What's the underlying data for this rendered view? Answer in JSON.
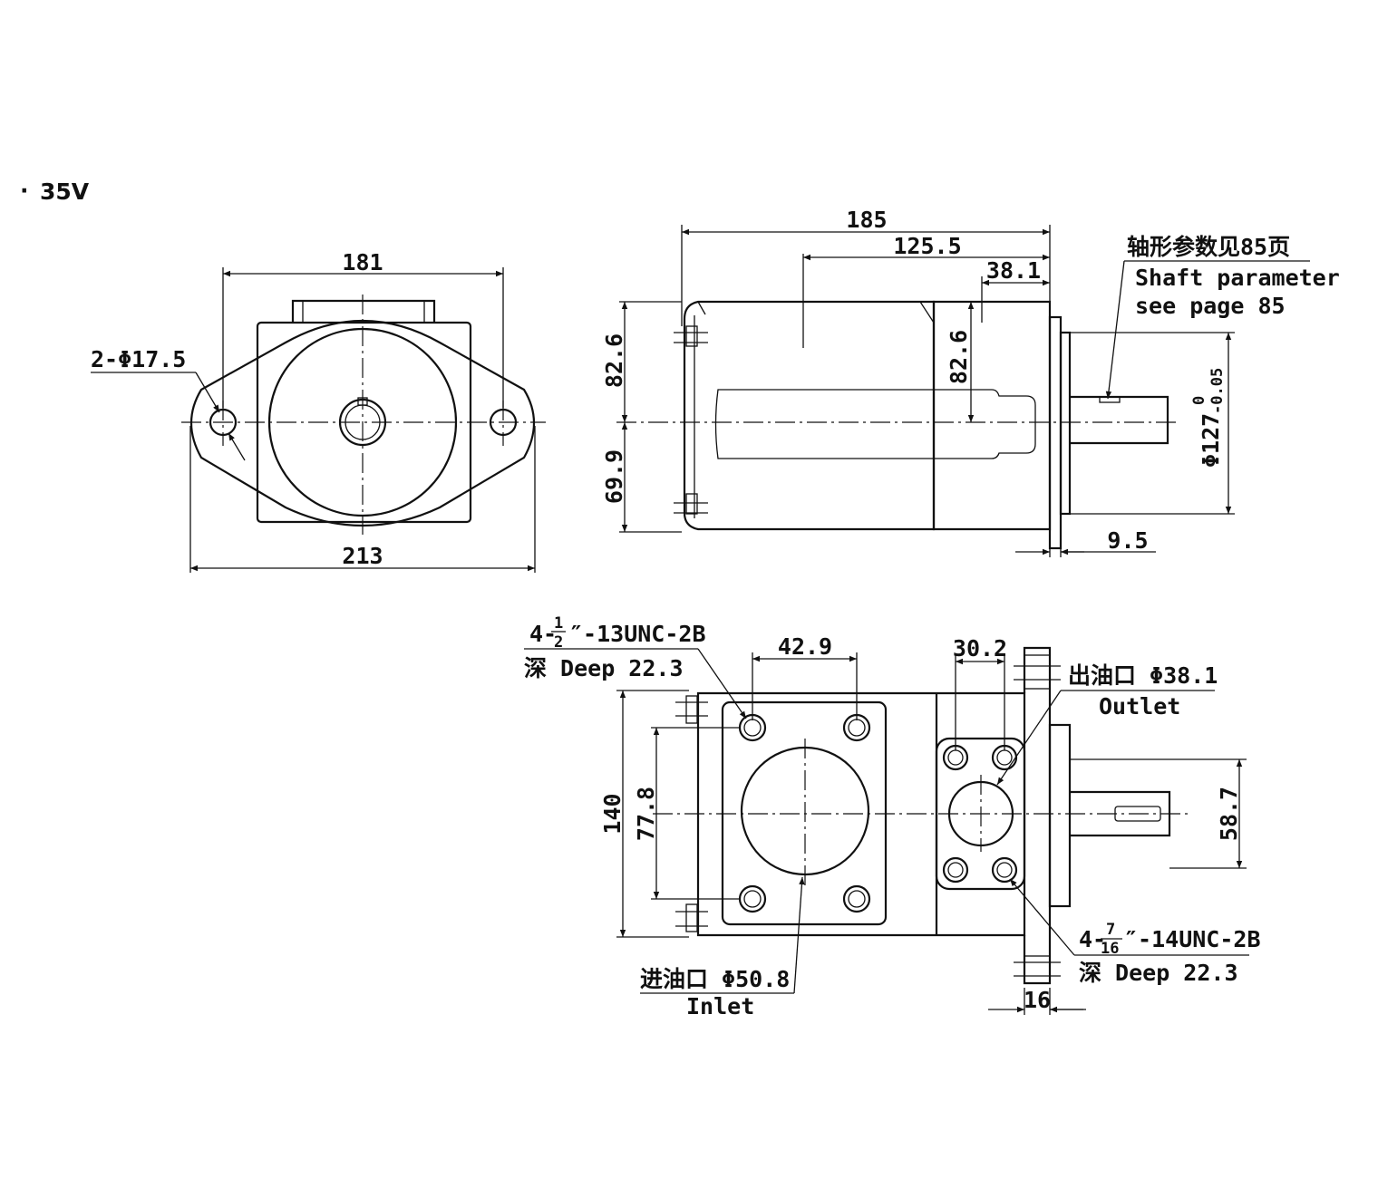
{
  "title": "35V",
  "front_view": {
    "dim_top": "181",
    "dim_bottom": "213",
    "holes": "2-Φ17.5"
  },
  "side_view": {
    "dim_overall": "185",
    "dim_mid": "125.5",
    "dim_flange": "38.1",
    "dim_upper_left": "82.6",
    "dim_lower_left": "69.9",
    "dim_upper_inner": "82.6",
    "dim_pilot": "Φ127",
    "dim_pilot_tol_upper": "0",
    "dim_pilot_tol_lower": "-0.05",
    "dim_pilot_len": "9.5",
    "shaft_note_cn": "轴形参数见85页",
    "shaft_note_en_1": "Shaft parameter",
    "shaft_note_en_2": "see page 85"
  },
  "top_view": {
    "inlet_thread_prefix": "4-",
    "inlet_thread_num": "1",
    "inlet_thread_den": "2",
    "inlet_thread_suffix": "″-13UNC-2B",
    "inlet_depth": "深 Deep 22.3",
    "dim_inlet_spacing": "42.9",
    "dim_outlet_spacing": "30.2",
    "dim_height": "140",
    "dim_inlet_vertical": "77.8",
    "dim_shaft_offset": "58.7",
    "dim_foot": "16",
    "outlet_cn": "出油口 Φ38.1",
    "outlet_en": "Outlet",
    "inlet_cn": "进油口 Φ50.8",
    "inlet_en": "Inlet",
    "outlet_thread_prefix": "4-",
    "outlet_thread_num": "7",
    "outlet_thread_den": "16",
    "outlet_thread_suffix": "″-14UNC-2B",
    "outlet_depth": "深 Deep 22.3"
  }
}
